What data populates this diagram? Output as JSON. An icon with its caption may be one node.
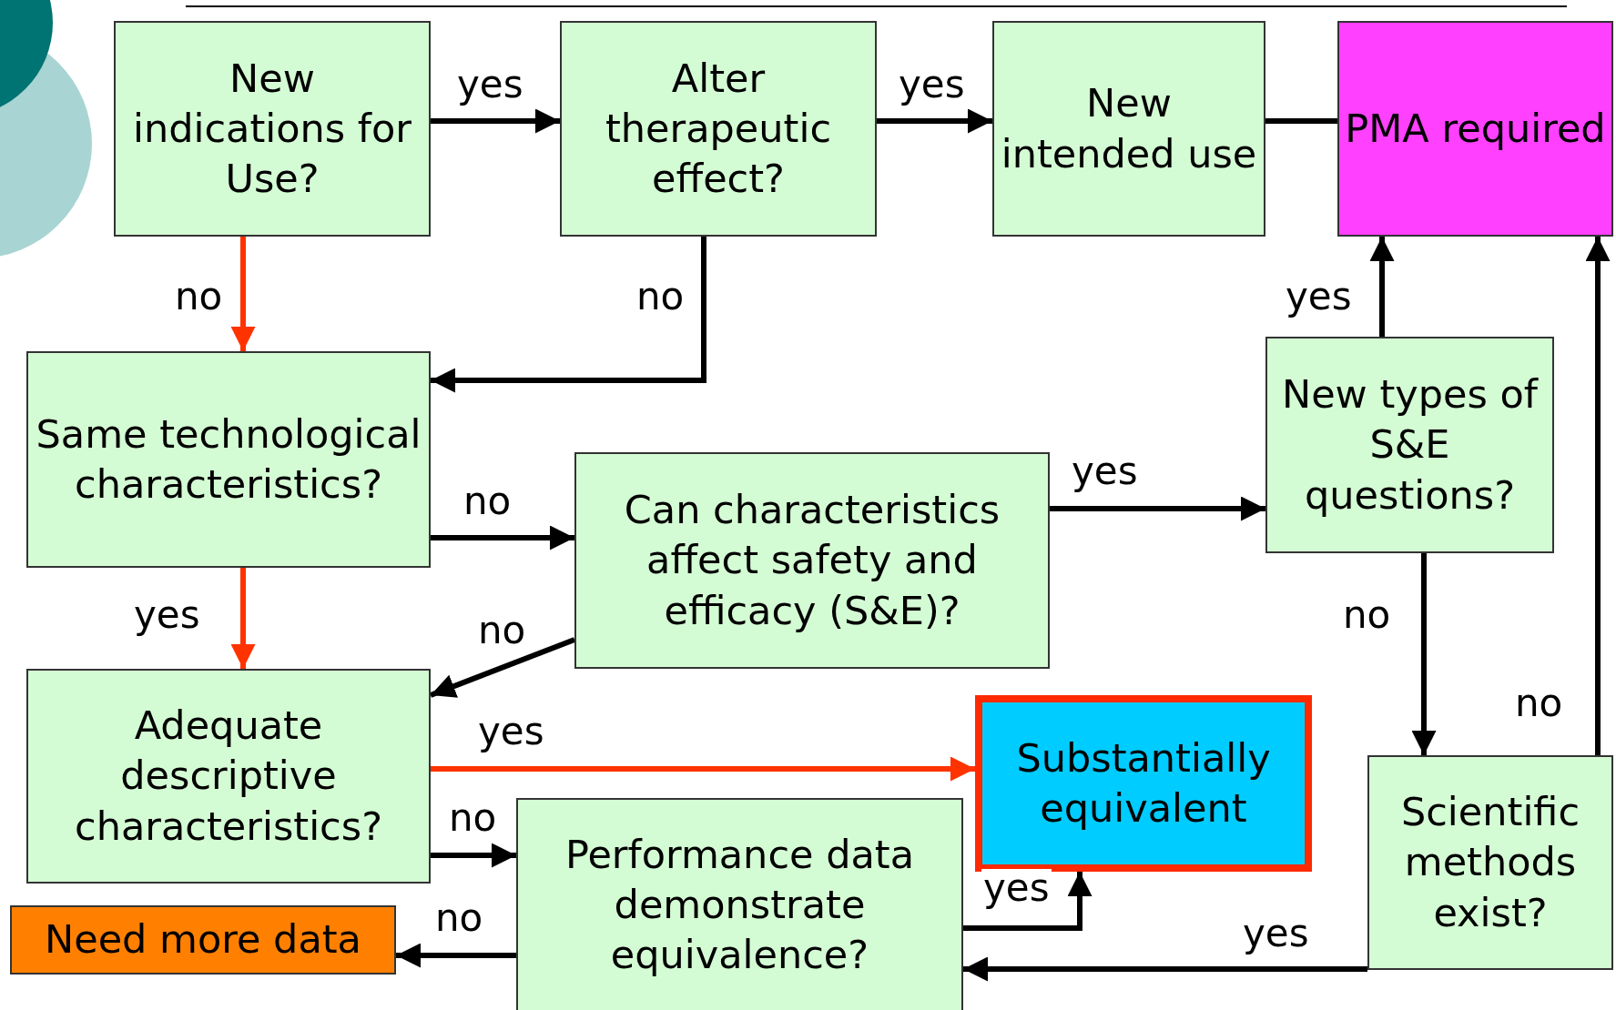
{
  "diagram": {
    "nodes": [
      {
        "text": [
          "New indications for Use?"
        ]
      },
      {
        "text": [
          "Alter therapeutic effect?"
        ]
      },
      {
        "text": [
          "New intended use"
        ]
      },
      {
        "text": [
          "PMA required"
        ]
      },
      {
        "text": [
          "Same technological characteristics?"
        ]
      },
      {
        "text": [
          "Can characteristics affect safety and efficacy (S&E)?"
        ]
      },
      {
        "text": [
          "New types of S&E questions?"
        ]
      },
      {
        "text": [
          "Adequate descriptive characteristics?"
        ]
      },
      {
        "text": [
          "Substantially equivalent"
        ]
      },
      {
        "text": [
          "Scientific methods exist?"
        ]
      },
      {
        "text": [
          "Performance data demonstrate equivalence?"
        ]
      },
      {
        "text": [
          "Need more data"
        ]
      }
    ],
    "edges": [
      {
        "from": 0,
        "to": 1,
        "arrow": "to",
        "label": "yes"
      },
      {
        "from": 1,
        "to": 2,
        "arrow": "to",
        "label": "yes"
      },
      {
        "from": 2,
        "to": 3,
        "arrow": "none"
      },
      {
        "from": 0,
        "to": 4,
        "arrow": "to",
        "label": "no",
        "color": "#ff3300"
      },
      {
        "from": 1,
        "to": 4,
        "arrow": "to",
        "label": "no"
      },
      {
        "from": 4,
        "to": 5,
        "arrow": "to",
        "label": "no"
      },
      {
        "from": 4,
        "to": 7,
        "arrow": "to",
        "label": "yes",
        "color": "#ff3300"
      },
      {
        "from": 5,
        "to": 6,
        "arrow": "to",
        "label": "yes"
      },
      {
        "from": 5,
        "to": 7,
        "arrow": "to",
        "label": "no"
      },
      {
        "from": 6,
        "to": 3,
        "arrow": "to",
        "label": "yes"
      },
      {
        "from": 6,
        "to": 9,
        "arrow": "to",
        "label": "no"
      },
      {
        "from": 9,
        "to": 3,
        "arrow": "to",
        "label": "no"
      },
      {
        "from": 7,
        "to": 8,
        "arrow": "to",
        "label": "yes",
        "color": "#ff3300"
      },
      {
        "from": 7,
        "to": 10,
        "arrow": "to",
        "label": "no"
      },
      {
        "from": 10,
        "to": 8,
        "arrow": "to",
        "label": "yes"
      },
      {
        "from": 9,
        "to": 10,
        "arrow": "to",
        "label": "yes"
      },
      {
        "from": 10,
        "to": 11,
        "arrow": "to",
        "label": "no"
      }
    ]
  }
}
